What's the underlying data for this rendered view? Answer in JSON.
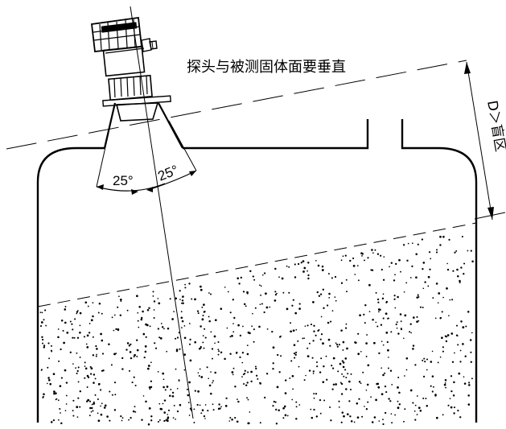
{
  "note_text": "探头与被测固体面要垂直",
  "blind_zone_label": "D＞盲区",
  "angle_left": "25°",
  "angle_right": "25°",
  "colors": {
    "ink": "#000000",
    "background": "#ffffff"
  },
  "icons": [
    "radar-level-sensor-icon"
  ]
}
